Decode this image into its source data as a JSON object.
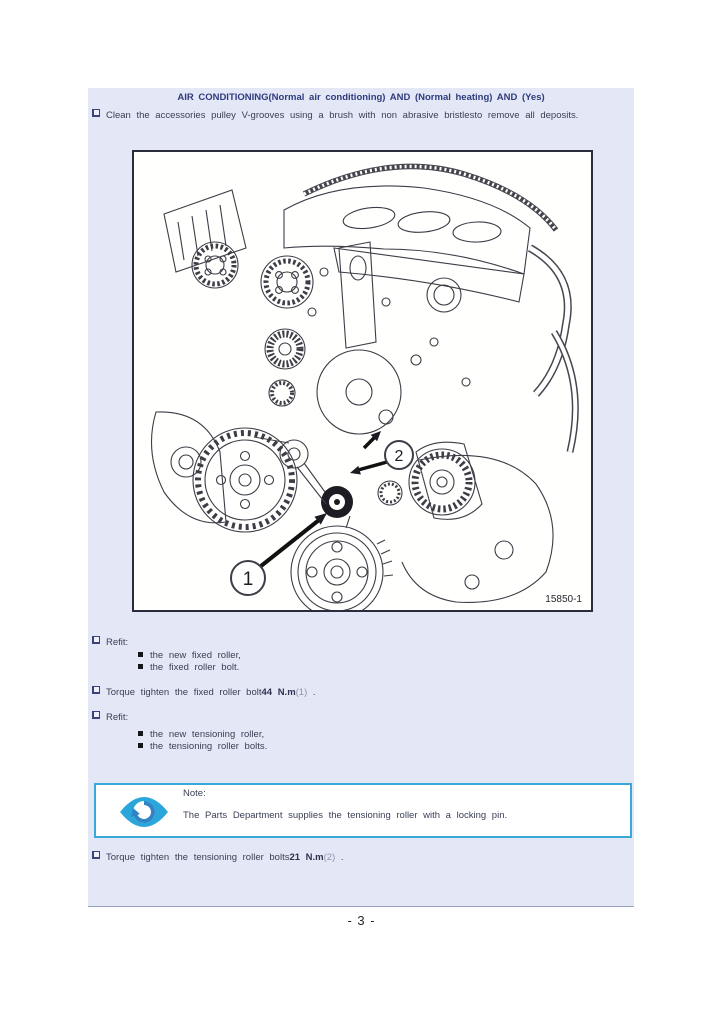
{
  "colors": {
    "panel_bg": "#e4e7f5",
    "heading_text": "#2e3c7e",
    "body_text": "#3a3f55",
    "reference_text": "#8d93ad",
    "note_border": "#3aa8d8",
    "note_icon": "#2ba6da",
    "figure_border": "#2b2b3e"
  },
  "header": {
    "title": "AIR CONDITIONING(Normal air conditioning) AND (Normal heating) AND (Yes)"
  },
  "intro": {
    "text": "Clean the accessories pulley V-grooves using a brush with non abrasive bristlesto remove all deposits."
  },
  "figure": {
    "label": "15850-1",
    "callout1": "1",
    "callout2": "2"
  },
  "refit1": {
    "lead": "Refit:",
    "item1": "the new fixed roller,",
    "item2": "the fixed roller bolt."
  },
  "torque1": {
    "pre": "Torque tighten the fixed roller bolt",
    "value": "44 N.m",
    "ref": "(1)",
    "end": " ."
  },
  "refit2": {
    "lead": "Refit:",
    "item1": "the new tensioning roller,",
    "item2": "the tensioning roller bolts."
  },
  "note": {
    "label": "Note:",
    "text": "The Parts Department supplies the tensioning roller with a locking pin."
  },
  "torque2": {
    "pre": "Torque tighten the tensioning roller bolts",
    "value": "21 N.m",
    "ref": "(2)",
    "end": " ."
  },
  "footer": {
    "page_number": "- 3 -"
  }
}
